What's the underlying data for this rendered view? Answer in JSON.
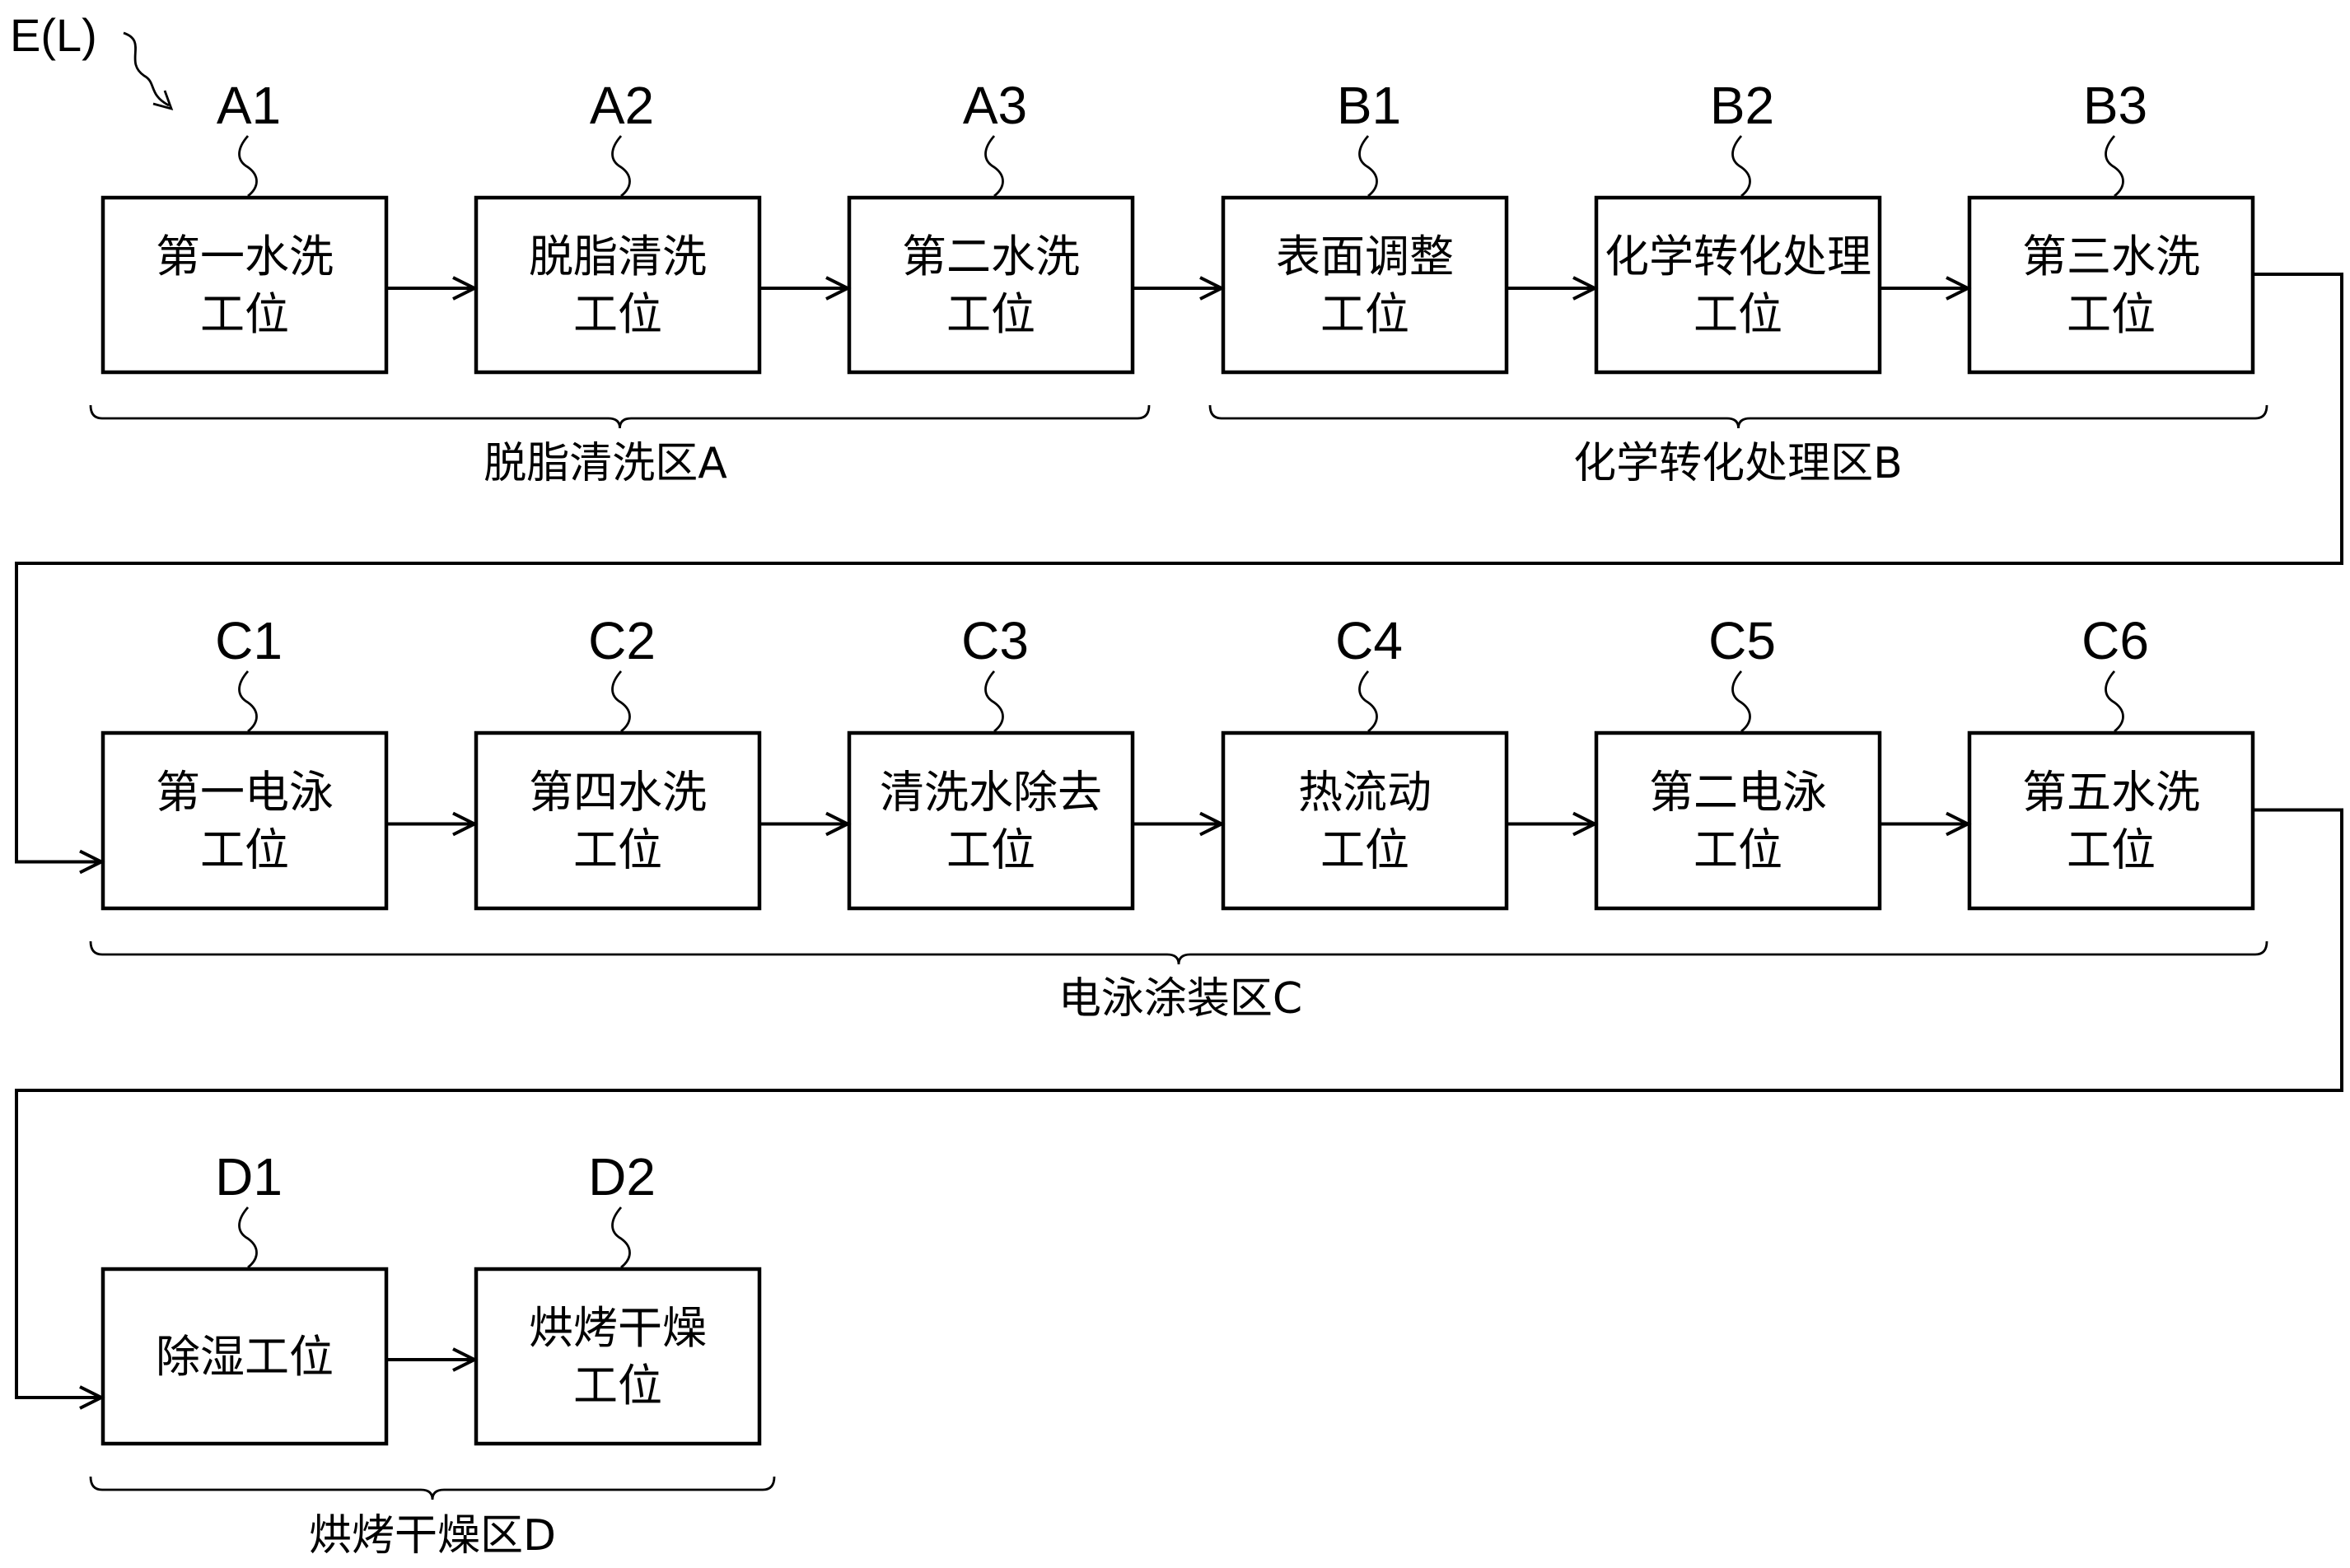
{
  "reference_label": "E(L)",
  "stations": {
    "A1": {
      "code": "A1",
      "lines": [
        "第一水洗",
        "工位"
      ]
    },
    "A2": {
      "code": "A2",
      "lines": [
        "脱脂清洗",
        "工位"
      ]
    },
    "A3": {
      "code": "A3",
      "lines": [
        "第二水洗",
        "工位"
      ]
    },
    "B1": {
      "code": "B1",
      "lines": [
        "表面调整",
        "工位"
      ]
    },
    "B2": {
      "code": "B2",
      "lines": [
        "化学转化处理",
        "工位"
      ]
    },
    "B3": {
      "code": "B3",
      "lines": [
        "第三水洗",
        "工位"
      ]
    },
    "C1": {
      "code": "C1",
      "lines": [
        "第一电泳",
        "工位"
      ]
    },
    "C2": {
      "code": "C2",
      "lines": [
        "第四水洗",
        "工位"
      ]
    },
    "C3": {
      "code": "C3",
      "lines": [
        "清洗水除去",
        "工位"
      ]
    },
    "C4": {
      "code": "C4",
      "lines": [
        "热流动",
        "工位"
      ]
    },
    "C5": {
      "code": "C5",
      "lines": [
        "第二电泳",
        "工位"
      ]
    },
    "C6": {
      "code": "C6",
      "lines": [
        "第五水洗",
        "工位"
      ]
    },
    "D1": {
      "code": "D1",
      "lines": [
        "除湿工位"
      ]
    },
    "D2": {
      "code": "D2",
      "lines": [
        "烘烤干燥",
        "工位"
      ]
    }
  },
  "zones": {
    "A": {
      "label": "脱脂清洗区A"
    },
    "B": {
      "label": "化学转化处理区B"
    },
    "C": {
      "label": "电泳涂装区C"
    },
    "D": {
      "label": "烘烤干燥区D"
    }
  },
  "flow": [
    "A1",
    "A2",
    "A3",
    "B1",
    "B2",
    "B3",
    "C1",
    "C2",
    "C3",
    "C4",
    "C5",
    "C6",
    "D1",
    "D2"
  ]
}
